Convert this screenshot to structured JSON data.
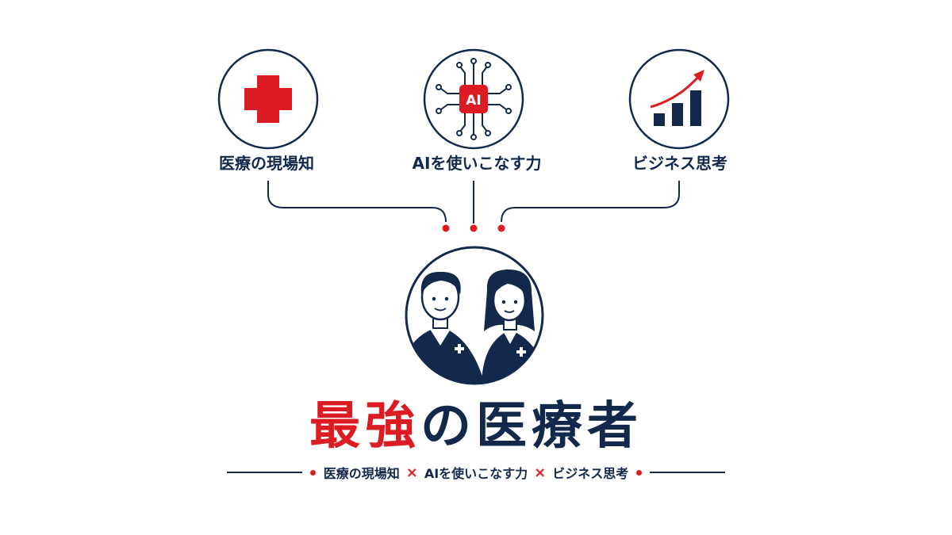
{
  "colors": {
    "accent_red": "#dc1c22",
    "navy": "#13294b",
    "skin": "#ffffff"
  },
  "nodes": [
    {
      "icon": "red-cross-icon",
      "label": "医療の現場知"
    },
    {
      "icon": "ai-chip-icon",
      "chip_text": "AI",
      "label": "AIを使いこなす力"
    },
    {
      "icon": "growth-chart-icon",
      "label": "ビジネス思考"
    }
  ],
  "center": {
    "icon": "medical-staff-icon"
  },
  "title": {
    "accent": "最強",
    "rest": "の医療者"
  },
  "footer": {
    "items": [
      "医療の現場知",
      "AIを使いこなす力",
      "ビジネス思考"
    ],
    "separator": "×"
  }
}
